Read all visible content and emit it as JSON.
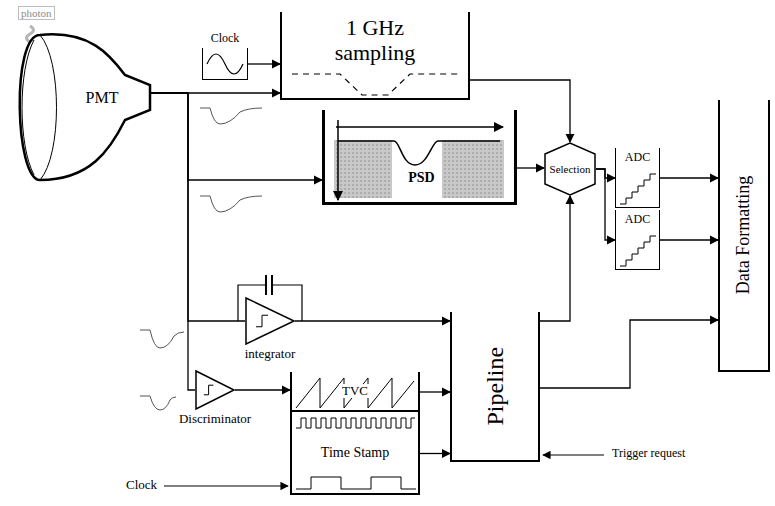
{
  "diagram": {
    "nodes": [
      {
        "text": [
          "PMT"
        ]
      },
      {
        "text": [
          "Clock"
        ]
      },
      {
        "text": [
          "1 GHz sampling"
        ]
      },
      {
        "text": [
          "PSD"
        ]
      },
      {
        "text": [
          "Selection"
        ]
      },
      {
        "text": [
          "ADC"
        ]
      },
      {
        "text": [
          "ADC"
        ]
      },
      {
        "text": [
          "Data Formatting"
        ]
      },
      {
        "text": [
          "integrator"
        ]
      },
      {
        "text": [
          "Discriminator"
        ]
      },
      {
        "text": [
          "TVC"
        ]
      },
      {
        "text": [
          "Time Stamp"
        ]
      },
      {
        "text": [
          "Pipeline"
        ]
      }
    ],
    "edges": [
      {
        "from": 1,
        "to": 2,
        "arrow": "to"
      },
      {
        "from": 0,
        "to": 2,
        "arrow": "to"
      },
      {
        "from": 0,
        "to": 3,
        "arrow": "to"
      },
      {
        "from": 0,
        "to": 8,
        "arrow": "none"
      },
      {
        "from": 0,
        "to": 9,
        "arrow": "none"
      },
      {
        "from": 2,
        "to": 4,
        "arrow": "to"
      },
      {
        "from": 3,
        "to": 4,
        "arrow": "to"
      },
      {
        "from": 8,
        "to": 12,
        "arrow": "to"
      },
      {
        "from": 12,
        "to": 4,
        "arrow": "to"
      },
      {
        "from": 9,
        "to": 10,
        "arrow": "to"
      },
      {
        "from": 10,
        "to": 12,
        "arrow": "to"
      },
      {
        "from": 11,
        "to": 12,
        "arrow": "to"
      },
      {
        "from": 4,
        "to": 5,
        "arrow": "to"
      },
      {
        "from": 4,
        "to": 6,
        "arrow": "to"
      },
      {
        "from": 5,
        "to": 7,
        "arrow": "to"
      },
      {
        "from": 6,
        "to": 7,
        "arrow": "to"
      },
      {
        "from": 12,
        "to": 7,
        "arrow": "to"
      }
    ],
    "labels": [
      "photon",
      "Clock",
      "Trigger request"
    ]
  }
}
